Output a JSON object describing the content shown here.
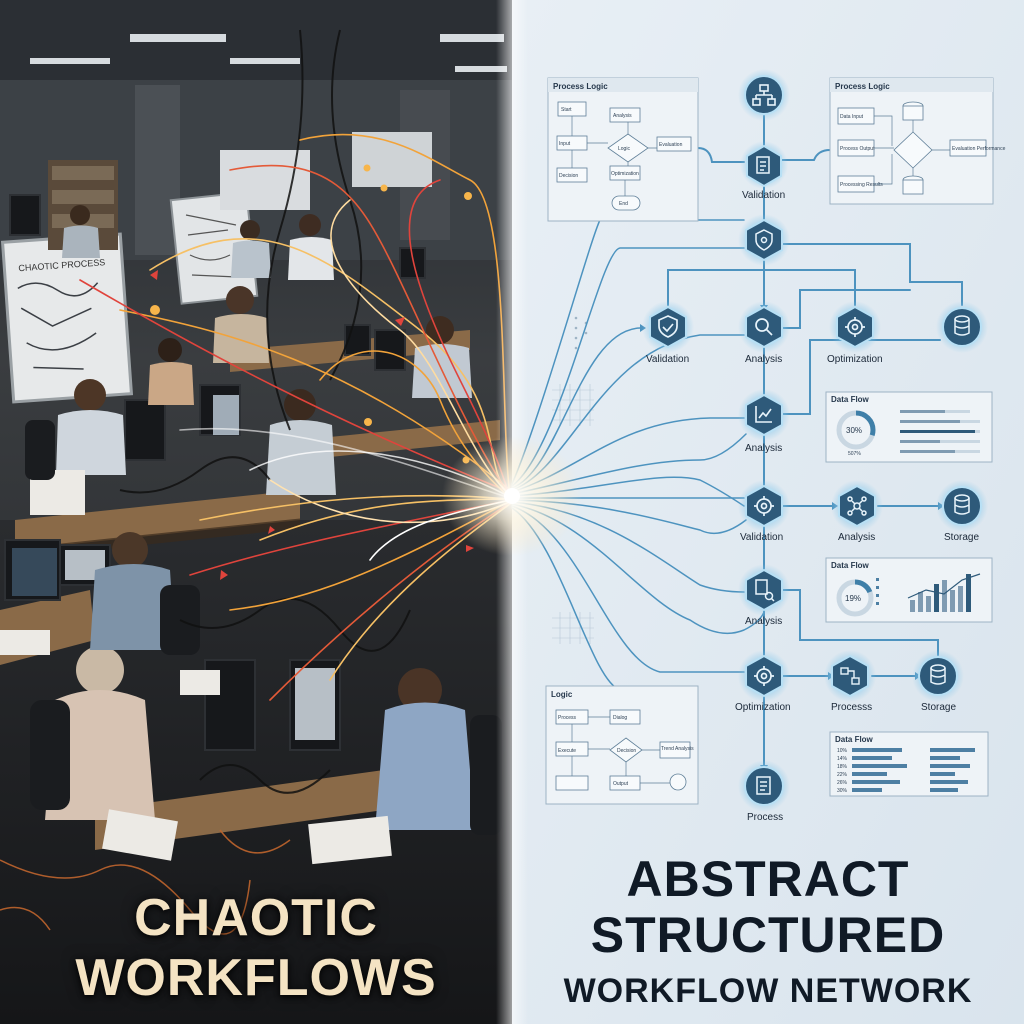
{
  "captions": {
    "left_line1": "CHAOTIC",
    "left_line2": "WORKFLOWS",
    "right_line1": "ABSTRACT",
    "right_line2": "STRUCTURED",
    "right_line3": "WORKFLOW NETWORK"
  },
  "panels": {
    "process_logic_left": {
      "title": "Process Logic",
      "boxes": [
        "Start",
        "Analysis",
        "Input",
        "Logic",
        "Evaluation",
        "Decision",
        "Optimization",
        "End"
      ]
    },
    "process_logic_right": {
      "title": "Process Logic",
      "boxes": [
        "Data Input",
        "Process Output",
        "Processing Results",
        "Evaluation Performance"
      ]
    },
    "data_flow_1": {
      "title": "Data Flow",
      "center": "30%",
      "sub": "507%"
    },
    "data_flow_2": {
      "title": "Data Flow",
      "center": "19%"
    },
    "data_flow_3": {
      "title": "Data Flow",
      "rows": [
        "10%",
        "14%",
        "18%",
        "22%",
        "26%",
        "30%"
      ]
    },
    "logic_panel": {
      "title": "Logic",
      "boxes": [
        "Process",
        "Dialog",
        "Decision",
        "Trend Analysis",
        "Execute",
        "Output"
      ]
    },
    "chaos_whiteboard": {
      "title": "CHAOTIC PROCESS"
    }
  },
  "nodes": [
    {
      "label": "",
      "icon": "hierarchy-icon"
    },
    {
      "label": "Validation",
      "icon": "clipboard-icon"
    },
    {
      "label": "",
      "icon": "shield-gear-icon"
    },
    {
      "label": "Validation",
      "icon": "check-shield-icon"
    },
    {
      "label": "Analysis",
      "icon": "magnifier-icon"
    },
    {
      "label": "Optimization",
      "icon": "gear-icon"
    },
    {
      "label": "",
      "icon": "database-icon"
    },
    {
      "label": "Analysis",
      "icon": "chart-icon"
    },
    {
      "label": "Validation",
      "icon": "gear-icon"
    },
    {
      "label": "Analysis",
      "icon": "network-icon"
    },
    {
      "label": "Storage",
      "icon": "database-icon"
    },
    {
      "label": "Analysis",
      "icon": "document-search-icon"
    },
    {
      "label": "Optimization",
      "icon": "gear-icon"
    },
    {
      "label": "Processs",
      "icon": "workflow-icon"
    },
    {
      "label": "Storage",
      "icon": "database-icon"
    },
    {
      "label": "Process",
      "icon": "document-icon"
    }
  ],
  "colors": {
    "right_bg": "#e3ecf3",
    "node_fill": "#2e5a7a",
    "node_glow": "#8cc9ea",
    "line_blue": "#4d93bf",
    "chaos_orange": "#f2a33a",
    "chaos_red": "#e0443c",
    "left_caption": "#f4e3c3",
    "right_caption": "#101a26"
  }
}
